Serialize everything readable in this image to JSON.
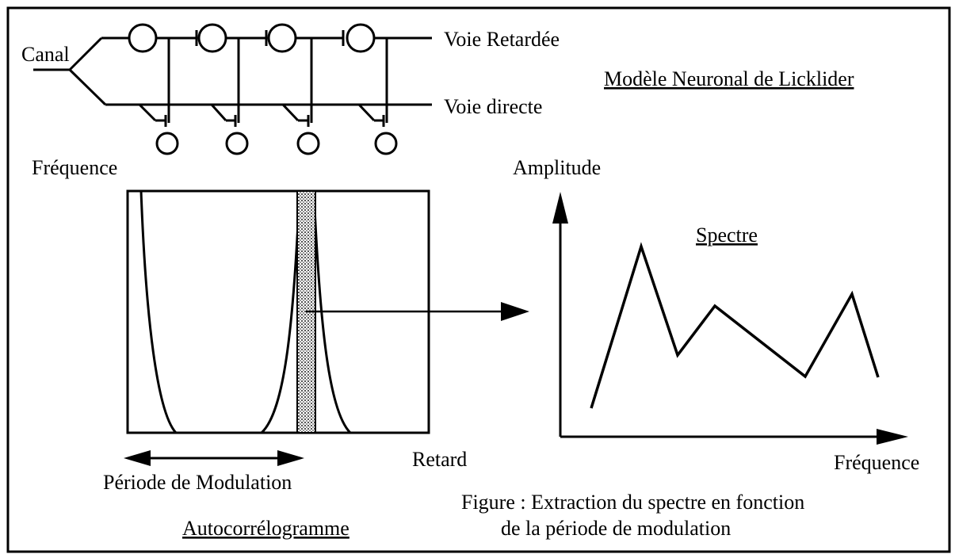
{
  "labels": {
    "canal": "Canal",
    "voie_retardee": "Voie Retardée",
    "voie_directe": "Voie directe",
    "modele_title": "Modèle Neuronal de Licklider",
    "frequence_y": "Fréquence",
    "amplitude": "Amplitude",
    "spectre": "Spectre",
    "retard": "Retard",
    "frequence_x": "Fréquence",
    "periode": "Période de Modulation",
    "autocorrelogramme": "Autocorrélogramme",
    "caption_line1": "Figure : Extraction du spectre en fonction",
    "caption_line2": "de la période de modulation"
  },
  "colors": {
    "ink": "#000000",
    "background": "#ffffff",
    "band_fill": "#bdbdbd"
  }
}
